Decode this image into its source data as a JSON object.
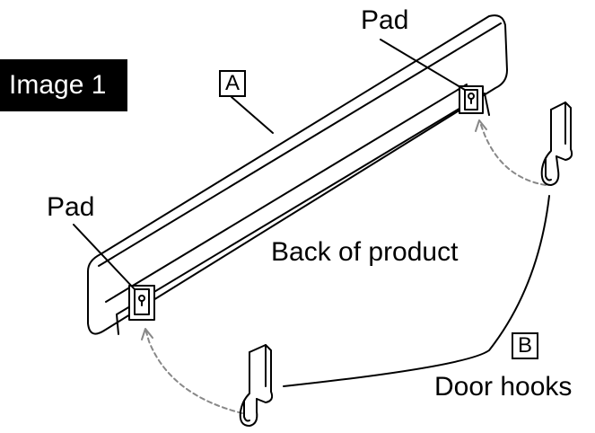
{
  "badge": {
    "label": "Image 1"
  },
  "labels": {
    "pad_top": "Pad",
    "pad_left": "Pad",
    "back_of_product": "Back of product",
    "door_hooks": "Door hooks"
  },
  "callouts": {
    "a": "A",
    "b": "B"
  }
}
